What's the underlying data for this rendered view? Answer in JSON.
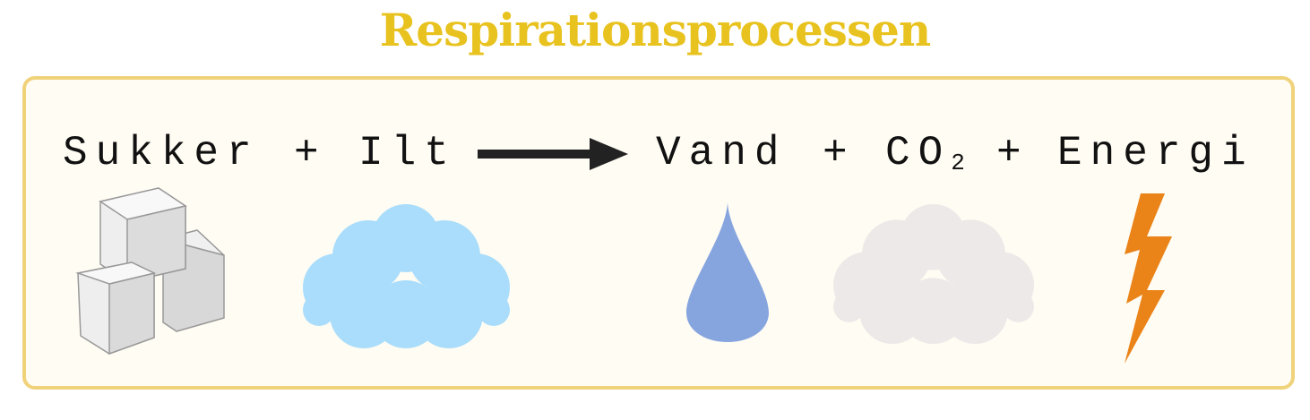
{
  "title": "Respirationsprocessen",
  "equation": {
    "reactants": [
      "Sukker",
      "Ilt"
    ],
    "products": [
      "Vand",
      "CO",
      "Energi"
    ],
    "co2_subscript": "2",
    "plus": "+"
  },
  "icons": [
    "sugar-cubes-icon",
    "oxygen-cloud-icon",
    "arrow-right-icon",
    "water-drop-icon",
    "co2-cloud-icon",
    "lightning-bolt-icon"
  ],
  "colors": {
    "title": "#E8C21E",
    "border": "#F0D27A",
    "background": "#FFFCF3",
    "oxygen": "#A9DDFB",
    "water": "#86A5DF",
    "co2": "#ECE9E8",
    "energy": "#EA8318"
  }
}
